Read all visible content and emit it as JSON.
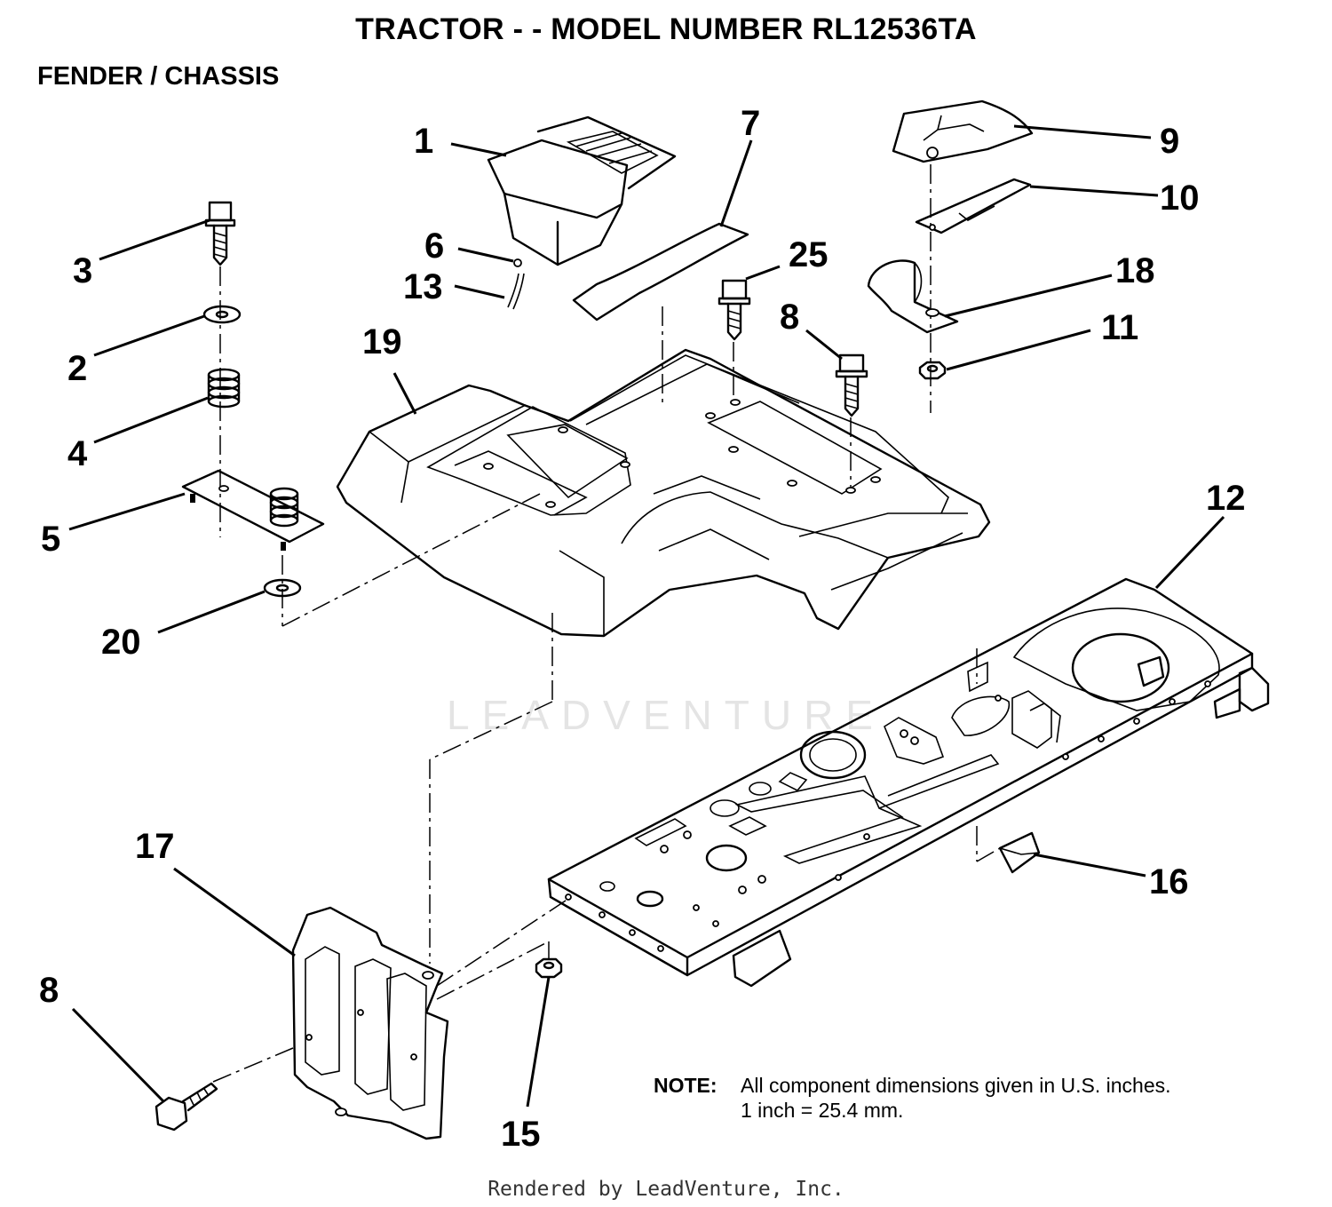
{
  "title": "TRACTOR - - MODEL NUMBER RL12536TA",
  "subtitle": "FENDER / CHASSIS",
  "watermark": "LEADVENTURE",
  "callouts": [
    {
      "id": "c1",
      "text": "1"
    },
    {
      "id": "c2",
      "text": "2"
    },
    {
      "id": "c3",
      "text": "3"
    },
    {
      "id": "c4",
      "text": "4"
    },
    {
      "id": "c5",
      "text": "5"
    },
    {
      "id": "c6",
      "text": "6"
    },
    {
      "id": "c7",
      "text": "7"
    },
    {
      "id": "c8a",
      "text": "8"
    },
    {
      "id": "c8b",
      "text": "8"
    },
    {
      "id": "c9",
      "text": "9"
    },
    {
      "id": "c10",
      "text": "10"
    },
    {
      "id": "c11",
      "text": "11"
    },
    {
      "id": "c12",
      "text": "12"
    },
    {
      "id": "c13",
      "text": "13"
    },
    {
      "id": "c15",
      "text": "15"
    },
    {
      "id": "c16",
      "text": "16"
    },
    {
      "id": "c17",
      "text": "17"
    },
    {
      "id": "c18",
      "text": "18"
    },
    {
      "id": "c19",
      "text": "19"
    },
    {
      "id": "c20",
      "text": "20"
    },
    {
      "id": "c25",
      "text": "25"
    }
  ],
  "note": {
    "label": "NOTE:",
    "line1": "All component dimensions given in U.S. inches.",
    "line2": "1 inch = 25.4 mm."
  },
  "footer": "Rendered by LeadVenture, Inc."
}
